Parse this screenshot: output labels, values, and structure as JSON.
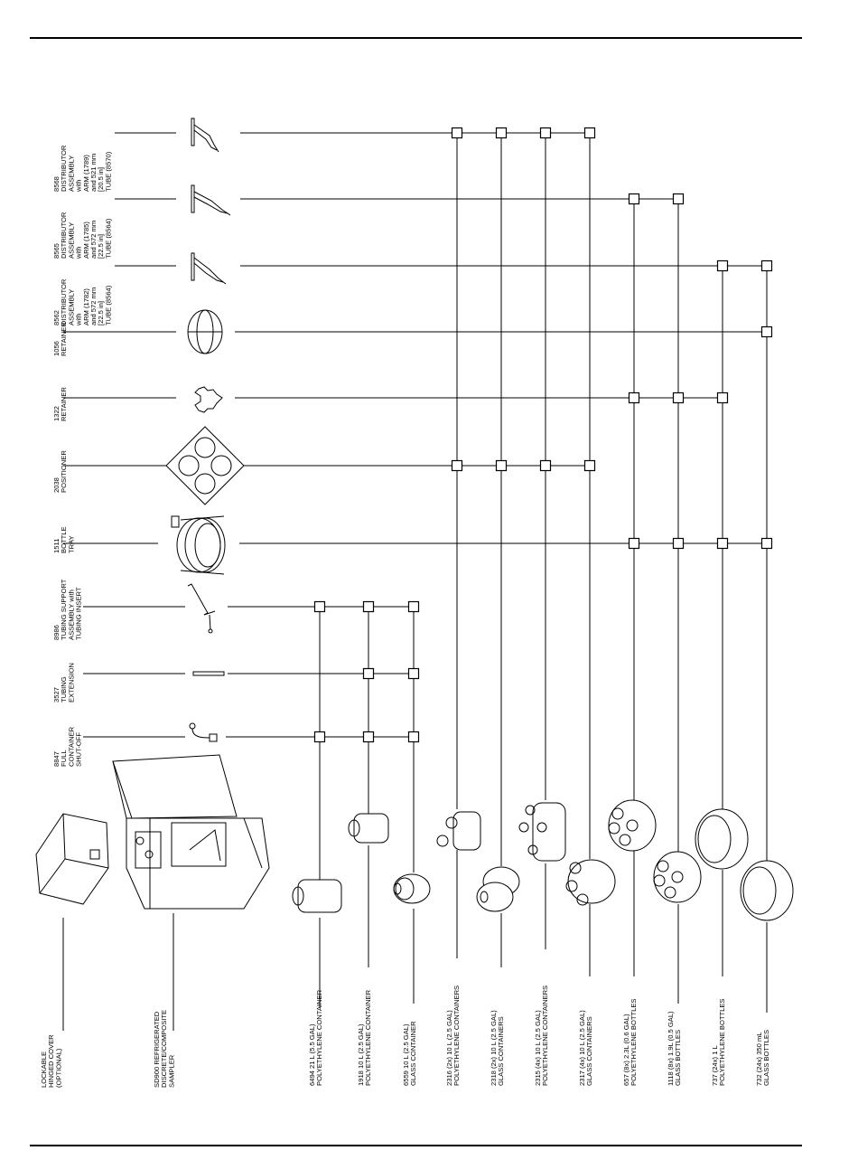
{
  "accessories": [
    {
      "id": "distributor-8568",
      "lines": [
        "8568",
        "DISTRIBUTOR",
        "ASSEMBLY",
        "with",
        "ARM (1789)",
        "and 521 mm",
        "[20.5 in]",
        "TUBE (8570)"
      ]
    },
    {
      "id": "distributor-8565",
      "lines": [
        "8565",
        "DISTRIBUTOR",
        "ASSEMBLY",
        "with",
        "ARM (1785)",
        "and 572 mm",
        "[22.5 in]",
        "TUBE (8564)"
      ]
    },
    {
      "id": "distributor-8562",
      "lines": [
        "8562",
        "DISTRIBUTOR",
        "ASSEMBLY",
        "with",
        "ARM (1782)",
        "and 572 mm",
        "[22.5 in]",
        "TUBE (8564)"
      ]
    },
    {
      "id": "retainer-1056",
      "lines": [
        "1056",
        "RETAINER"
      ]
    },
    {
      "id": "retainer-1322",
      "lines": [
        "1322",
        "RETAINER"
      ]
    },
    {
      "id": "positioner-2038",
      "lines": [
        "2038",
        "POSITIONER"
      ]
    },
    {
      "id": "bottle-tray-1511",
      "lines": [
        "1511",
        "BOTTLE",
        "TRAY"
      ]
    },
    {
      "id": "tubing-support-8986",
      "lines": [
        "8986",
        "TUBING SUPPORT",
        "ASSEMBLY with",
        "TUBING INSERT"
      ]
    },
    {
      "id": "tubing-extension-3527",
      "lines": [
        "3527",
        "TUBING",
        "EXTENSION"
      ]
    },
    {
      "id": "shut-off-8847",
      "lines": [
        "8847",
        "FULL",
        "CONTAINER",
        "SHUT-OFF"
      ]
    }
  ],
  "base_items": [
    {
      "id": "hinged-cover",
      "lines": [
        "LOCKABLE",
        "HINGED COVER",
        "(OPTIONAL)"
      ]
    },
    {
      "id": "sampler",
      "lines": [
        "SD900 REFRIGERATED",
        "DISCRETE/COMPOSITE",
        "SAMPLER"
      ]
    }
  ],
  "containers": [
    {
      "id": "c6494",
      "lines": [
        "6494  21 L (5.5 GAL)",
        "POLYETHYLENE CONTAINER"
      ]
    },
    {
      "id": "c1918",
      "lines": [
        "1918  10 L (2.5 GAL)",
        "POLYETHYLENE CONTAINER"
      ]
    },
    {
      "id": "c6559",
      "lines": [
        "6559  10 L (2.5 GAL)",
        "GLASS CONTAINER"
      ]
    },
    {
      "id": "c2316",
      "lines": [
        "2316 (2x) 10 L (2.5 GAL)",
        "POLYETHYLENE CONTAINERS"
      ]
    },
    {
      "id": "c2318",
      "lines": [
        "2318 (2x) 10 L (2.5 GAL)",
        "GLASS CONTAINERS"
      ]
    },
    {
      "id": "c2315",
      "lines": [
        "2315 (4x) 10 L (2.5 GAL)",
        "POLYETHYLENE CONTAINERS"
      ]
    },
    {
      "id": "c2317",
      "lines": [
        "2317 (4x) 10 L (2.5 GAL)",
        "GLASS CONTAINERS"
      ]
    },
    {
      "id": "c657",
      "lines": [
        "657 (8x) 2.3L (0.6 GAL)",
        "POLYETHYLENE BOTTLES"
      ]
    },
    {
      "id": "c1118",
      "lines": [
        "1118 (8x) 1.9L (0.5 GAL)",
        "GLASS BOTTLES"
      ]
    },
    {
      "id": "c737",
      "lines": [
        "737 (24x) 1 L",
        "POLYETHYLENE BOTTLES"
      ]
    },
    {
      "id": "c732",
      "lines": [
        "732 (24x) 350 mL",
        "GLASS BOTTLES"
      ]
    }
  ]
}
